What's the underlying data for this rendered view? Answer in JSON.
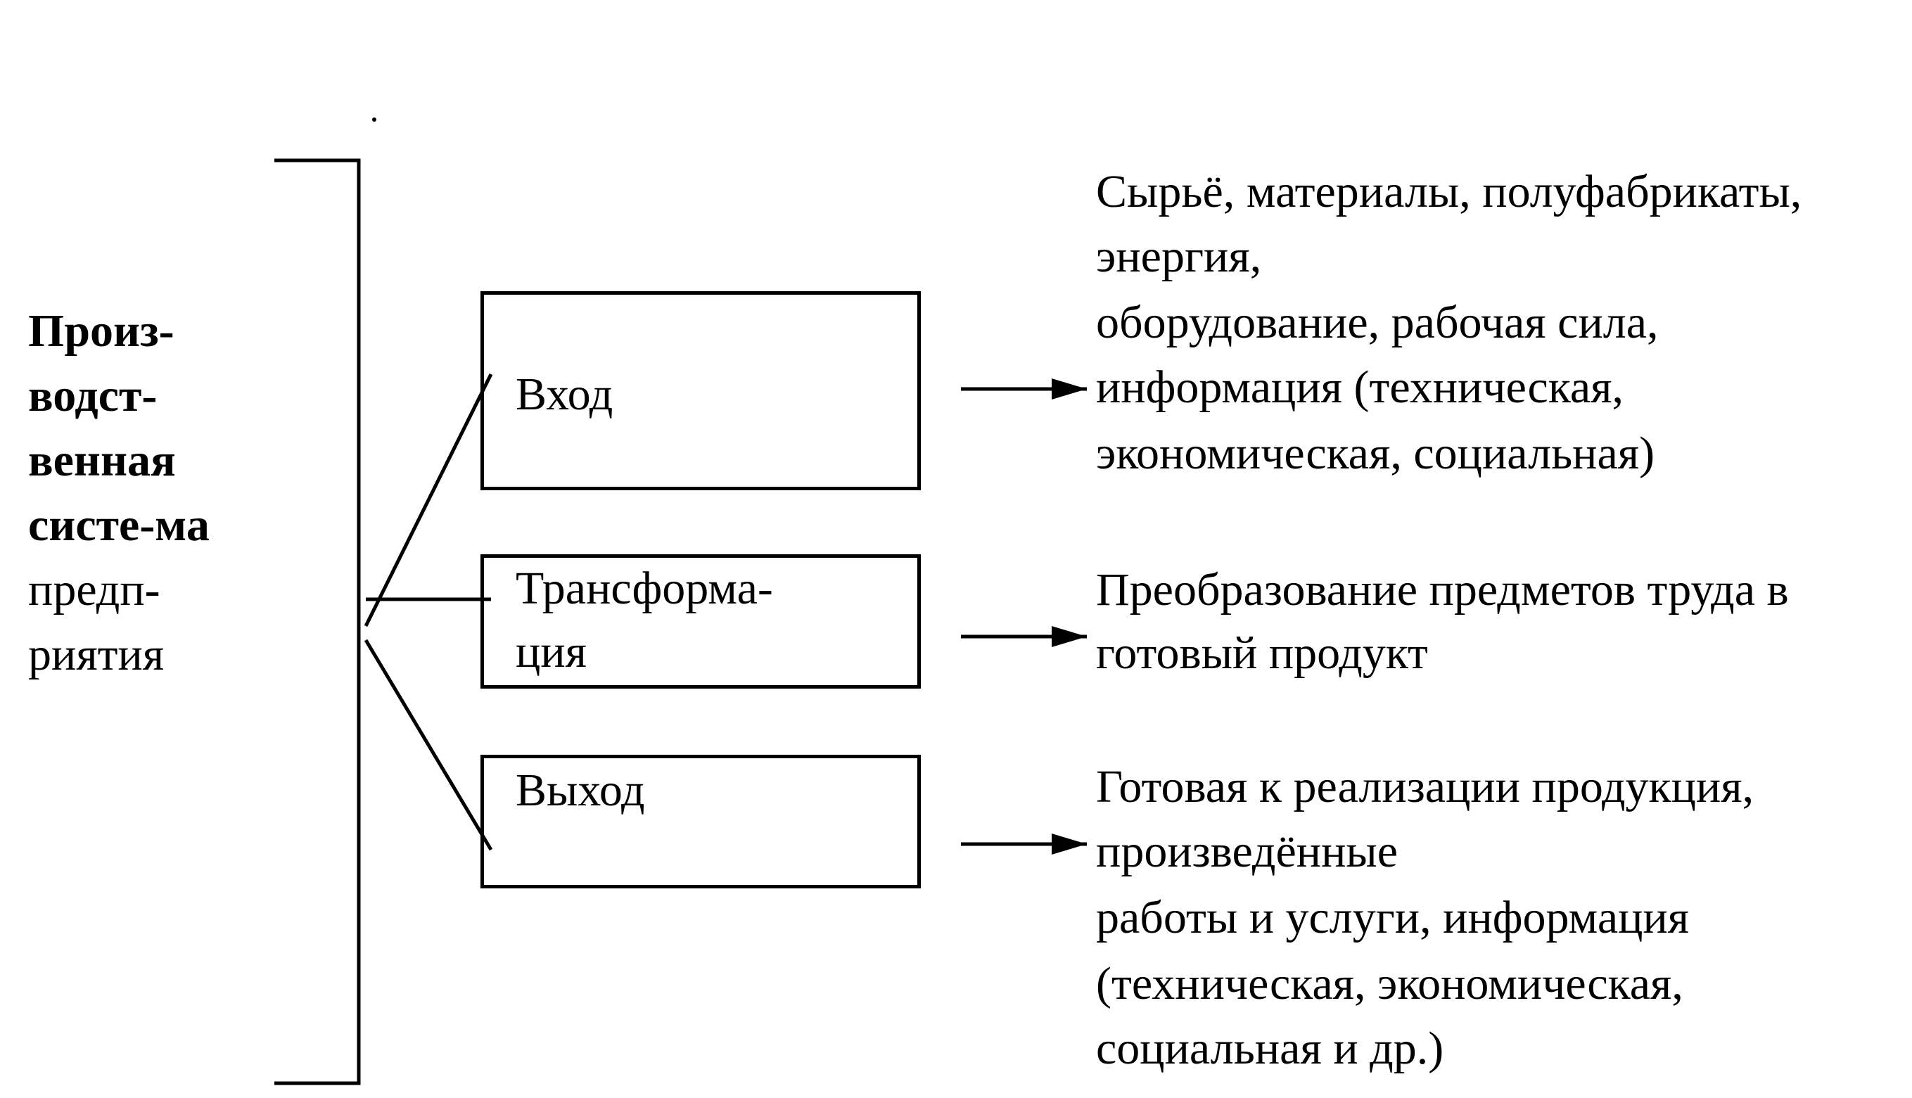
{
  "system_label": {
    "bold_lines": [
      "Произ-",
      "водст-",
      "венная",
      "систе-ма"
    ],
    "normal_lines": [
      "предп-",
      "риятия"
    ]
  },
  "stages": [
    {
      "label": "Вход",
      "description_lines": [
        "Сырьё, материалы, полуфабрикаты,",
        "энергия,",
        "оборудование, рабочая сила,",
        "информация (техническая,",
        "экономическая, социальная)"
      ]
    },
    {
      "label_lines": [
        "Трансформа-",
        "ция"
      ],
      "description_lines": [
        "Преобразование предметов труда в",
        "готовый продукт"
      ]
    },
    {
      "label": "Выход",
      "description_lines": [
        "Готовая к реализации продукция,",
        "произведённые",
        "работы и услуги, информация",
        "(техническая, экономическая,",
        "социальная и др.)"
      ]
    }
  ]
}
